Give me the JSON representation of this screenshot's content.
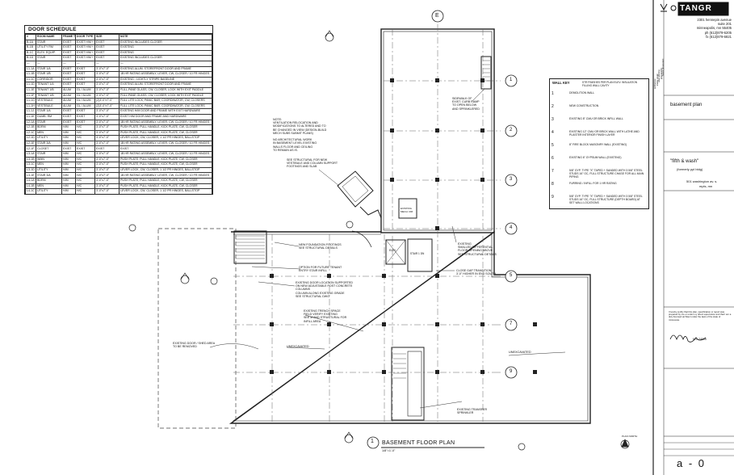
{
  "schedule": {
    "title": "DOOR SCHEDULE",
    "headers": [
      "#",
      "ROOM NAME",
      "FRAME TYPE",
      "DOOR TYPE",
      "SIZE",
      "NOTE"
    ],
    "rows": [
      [
        "B-1A",
        "STAIR",
        "EXIST",
        "EXIST H/M + FR",
        "EXIST",
        "EXISTING INCLUDES CLOSER"
      ],
      [
        "B-1B",
        "UTILITY RM",
        "EXIST",
        "EXIST H/M + FR",
        "EXIST",
        "EXISTING"
      ],
      [
        "B-1C",
        "ELEV. EQUIP.",
        "EXIST",
        "EXIST H/M + FR",
        "EXIST",
        "EXISTING"
      ],
      [
        "B-1D",
        "STAIR",
        "EXIST",
        "EXIST H/M + FR",
        "EXIST",
        "EXISTING INCLUDES CLOSER"
      ],
      [
        "—",
        "—",
        "—",
        "—",
        "—",
        "—"
      ],
      [
        "L1-1A",
        "STAIR 1/A",
        "EXIST",
        "EXIST",
        "3'-0\"x7'-0\"",
        "EXISTING ALUM. STOREFRONT DOOR AND FRAME"
      ],
      [
        "L1-1B",
        "STAIR 1/B",
        "EXIST",
        "EXIST",
        "3'-0\"x7'-0\"",
        "1B HR RATING ASSEMBLY, LEVER, CW, CLOSER / 10 FR HINGES"
      ],
      [
        "L1-1C",
        "CORRIDOR",
        "EXIST",
        "EXIST",
        "3'-0\"x7'-0\"",
        "EXISTING - LIGHTLY STRIPE BASELINE"
      ],
      [
        "L1-1D",
        "TENANT 1/A",
        "EXIST",
        "EXIST",
        "3'-0\"x7'-0\"",
        "EXISTING ALUM. STOREFRONT DOOR AND FRAME"
      ],
      [
        "L1-1E",
        "TENANT 1/B",
        "ALUM",
        "GL / ALUM",
        "3'-0\"x7'-0\"",
        "FULL-PANE GLASS, CW, CLOSER, LOCK WITH EXIT PADDLE"
      ],
      [
        "L1-1F",
        "TENANT 1/B",
        "ALUM",
        "GL / ALUM",
        "3'-0\"x7'-0\"",
        "FULL-PANE GLASS, CW, CLOSER, LOCK WITH EXIT PADDLE"
      ],
      [
        "L1-1G",
        "VESTIBULE",
        "ALUM",
        "GL / ALUM",
        "(2)3'-0\"x7'-0\"",
        "FULL LITE LOCK, PANIC BAR, COORDINATOR, CW, CLOSERS"
      ],
      [
        "L1-1H",
        "VESTIBULE",
        "ALUM",
        "GL / ALUM",
        "(2)3'-0\"x7'-0\"",
        "FULL LITE LOCK, PANIC BAR, COORDINATOR, CW, CLOSERS"
      ],
      [
        "L1-1J",
        "STAIR 1/A",
        "EXIST",
        "EXIST",
        "3'-0\"x7'-0\"",
        "EXISTING H/M DOOR AND FRAME WITH EXIT HARDWARE"
      ],
      [
        "L1-1K",
        "DUMB. RM",
        "EXIST",
        "EXIST",
        "3'-0\"x7'-0\"",
        "EXIST H/M DOOR AND FRAME AND HARDWARE"
      ],
      [
        "L2-1A",
        "STAIR",
        "EXIST",
        "EXIST",
        "3'-0\"x7'-0\"",
        "1B HR RATING ASSEMBLY, LEVER, CW, CLOSER / 10 FR HINGES"
      ],
      [
        "L2-1B",
        "BDRM",
        "H/M",
        "H/C",
        "3'-0\"x7'-0\"",
        "PUSH PLATE, PULL HANDLE, KICK PLATE, CW, CLOSER"
      ],
      [
        "L2-1C",
        "MEN",
        "H/M",
        "H/C",
        "3'-0\"x7'-0\"",
        "PUSH PLATE, PULL HANDLE, KICK PLATE, CW, CLOSER"
      ],
      [
        "L2-1D",
        "UTILITY",
        "H/M",
        "H/C",
        "3'-0\"x7'-0\"",
        "LEVER LOCK, CW, CLOSER, 1 1/2 PR HINGES, BALLSTOP"
      ],
      [
        "L2-1E",
        "STAIR 3/A",
        "H/M",
        "H/C",
        "3'-0\"x7'-0\"",
        "1B HR RATING ASSEMBLY, LEVER, CW, CLOSER / 10 FR HINGES"
      ],
      [
        "L2-1F",
        "CLOSET",
        "EXIST",
        "EXIST",
        "EXIST",
        "EXIST"
      ],
      [
        "L3-1A",
        "STAIR",
        "H/M",
        "H/C",
        "3'-0\"x7'-0\"",
        "1B HR RATING ASSEMBLY, LEVER, CW, CLOSER / 10 FR HINGES"
      ],
      [
        "L3-1B",
        "WMN",
        "H/M",
        "H/C",
        "3'-0\"x7'-0\"",
        "PUSH PLATE, PULL HANDLE, KICK PLATE, CW, CLOSER"
      ],
      [
        "L3-1C",
        "MEN",
        "H/M",
        "H/C",
        "3'-0\"x7'-0\"",
        "PUSH PLATE, PULL HANDLE, KICK PLATE, CW, CLOSER"
      ],
      [
        "L3-1D",
        "UTILITY",
        "H/M",
        "H/C",
        "3'-0\"x7'-0\"",
        "LEVER LOCK, CW, CLOSER, 1 1/2 PR HINGES, BALLSTOP"
      ],
      [
        "L3-1E",
        "STAIR 3/A",
        "H/M",
        "H/C",
        "3'-0\"x7'-0\"",
        "1B HR RATING ASSEMBLY, LEVER, CW, CLOSER / 10 FR HINGES"
      ],
      [
        "L4-1A",
        "BDRM",
        "H/M",
        "H/C",
        "3'-0\"x7'-0\"",
        "PUSH PLATE, PULL HANDLE, KICK PLATE, CW, CLOSER"
      ],
      [
        "L4-1B",
        "MEN",
        "H/M",
        "H/C",
        "3'-0\"x7'-0\"",
        "PUSH PLATE, PULL HANDLE, KICK PLATE, CW, CLOSER"
      ],
      [
        "L4-1C",
        "UTILITY",
        "H/M",
        "H/C",
        "3'-0\"x7'-0\"",
        "LEVER LOCK, CW, CLOSER, 1 1/2 PR HINGES, BALLSTOP"
      ],
      [
        "L4-1D",
        "STAIR 3/A",
        "H/M",
        "H/C",
        "3'-0\"x7'-0\"",
        "1B HR RATING ASSEMBLY, LEVER, CW, CLOSER / 10 FR HINGES"
      ],
      [
        "L4-1E",
        "STAIR 3/B",
        "H/M",
        "H/C",
        "3'-0\"x7'-0\"",
        "1B HR RATING ASSEMBLY, LEVER, CW, CLOSER / 10 FR HINGES"
      ]
    ]
  },
  "wall_key": {
    "title": "WALL KEY",
    "header": "STR FINISHES PER PLAN ELEV. INSULATION FILLING WALL CAVITY",
    "items": [
      {
        "symbol": "1",
        "text": "DEMOLITION WALL"
      },
      {
        "symbol": "2",
        "text": "NEW CONSTRUCTION"
      },
      {
        "symbol": "3",
        "text": "EXISTING 8\" CMU OR BRICK INFILL WALL"
      },
      {
        "symbol": "4",
        "text": "EXISTING 12\" CMU OR BRICK WALL WITH LATHE AND PLASTER INTERIOR FINISH LAYER"
      },
      {
        "symbol": "5",
        "text": "8\" FIRE BLOCK MASONRY WALL (EXISTING)"
      },
      {
        "symbol": "6",
        "text": "EXISTING 6\" GYPSUM WALL (EXISTING)"
      },
      {
        "symbol": "7",
        "text": "5/8\" GYP. TYPE \"X\" TAPED + SANDED WITH 3 5/8\" STEEL STUDS 16\" OC, FULL STRUCTURE CHASE FOR ALL MAIN PIPING"
      },
      {
        "symbol": "8",
        "text": "FURRING / INFILL FOR 1 HR RATING"
      },
      {
        "symbol": "9",
        "text": "5/8\" GYP. TYPE \"X\" TAPED + SANDED WITH 3 5/8\" STEEL STUDS 16\" OC, FULL STRUCTURE (DEPTH BOARD) AT SET WALL LOCATIONS"
      }
    ]
  },
  "title_block": {
    "firm": "TANGR",
    "firm_address": [
      "2301 hennepin avenue",
      "suite 201",
      "minneapolis, mn 55405",
      "ph (612)879-6205",
      "fx (612)879-6821"
    ],
    "sheet_name": "basement plan",
    "project_name": "\"fifth & wash\"",
    "project_sub": "(formerly ppl bldg)",
    "project_address": [
      "501 washington av. s.",
      "mpls, mn"
    ],
    "sheet_number": "a - 0",
    "cert": "I hereby certify that this plan, specification or report was prepared by me or under my direct supervision and that I am a duly licensed architect under the laws of the state of minnesota.",
    "sig": "M.J. 24515",
    "vertical_labels": [
      "architecture",
      "interior design",
      "urban planning",
      "programming",
      "historic preservation"
    ]
  },
  "drawing": {
    "title": "BASEMENT FLOOR PLAN",
    "scale": "1/8\"=1'-0\"",
    "view_num": "1",
    "grid_top": "E",
    "grid_right": [
      "1",
      "2",
      "3",
      "4",
      "5",
      "7",
      "9"
    ],
    "north": "PLAN NORTH",
    "unexcavated_left": "UNEXCAVATED",
    "unexcavated_right": "UNEXCAVATED",
    "notes": [
      "NOTE:\nVENTILATION RELOCATION AND\nMODIFICATIONS TO ALTERED AND TO\nBE CHANGED IN VIEW (DESIGN-BUILD\nMECH SUBS SUBMIT PLANS)\n\nNO ARCHITECTURAL WORK\nIN BASEMENT LEVEL EXISTING\nWALLS FLOOR AND CEILING\nTO REMAIN AS IS.",
      "SEE STRUCTURAL FOR NEW\nVESTIBULE AND COLUMN SUPPORT\nFOOTINGS AND SLAB",
      "NEW FOUNDATION FOOTINGS\nSEE STRUCTURAL DETAILS",
      "OPTION FOR FUTURE TENANT\nENTRY STAIR INFILL",
      "EXISTING DOOR LOCATION SUPPORTED\nON NEW ADJUSTABLE POST CONCRETE\nCOLUMNS\nCOLUMN ALONG EXISTING GRADE\nSEE STRUCTURAL DWG",
      "EXISTING TRENCH SPACE\nFIELD VERIFY EXISTING\nSEE M AND STRUCTURAL FOR\nINFILL AREA",
      "EXISTING DOOR / SHED AREA\nTO BE REMOVED",
      "SIDEWALK OF\nEXIST. CURB RAMP\nTO OPEN BELOW\nAND SPRINKLERED",
      "EXISTING\nSMALLED DIFFERENTIAL\nFLOOR OPENING ABOVE\nSEE STRUCTURAL DETAILS",
      "CLOSE GAP TRANSITION\n3'-0\" HIGHER IN END SOUTH",
      "EXISTING TRANSFER\nSPRINKLER"
    ],
    "room_labels": [
      "ELEV.",
      "STAIR 1 DN",
      "EXISTING MECH. RM"
    ]
  }
}
